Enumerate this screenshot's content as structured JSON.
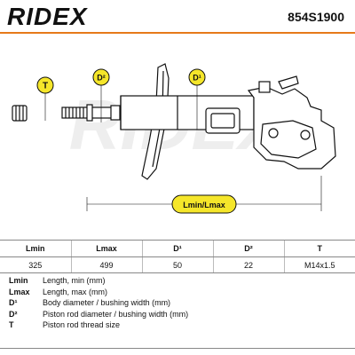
{
  "header": {
    "brand": "RIDEX",
    "part_number": "854S1900"
  },
  "drawing": {
    "watermark": "RIDEX",
    "labels": {
      "t": "T",
      "d2": "D²",
      "d1": "D¹",
      "length": "Lmin/Lmax"
    },
    "colors": {
      "accent": "#e67a1a",
      "label_fill": "#f5e62a",
      "line": "#111111"
    }
  },
  "table": {
    "headers": [
      "Lmin",
      "Lmax",
      "D¹",
      "D²",
      "T"
    ],
    "row": [
      "325",
      "499",
      "50",
      "22",
      "M14x1.5"
    ]
  },
  "legend": [
    {
      "key": "Lmin",
      "desc": "Length, min (mm)"
    },
    {
      "key": "Lmax",
      "desc": "Length, max (mm)"
    },
    {
      "key": "D¹",
      "desc": "Body diameter / bushing width (mm)"
    },
    {
      "key": "D²",
      "desc": "Piston rod diameter / bushing width (mm)"
    },
    {
      "key": "T",
      "desc": "Piston rod thread size"
    }
  ]
}
